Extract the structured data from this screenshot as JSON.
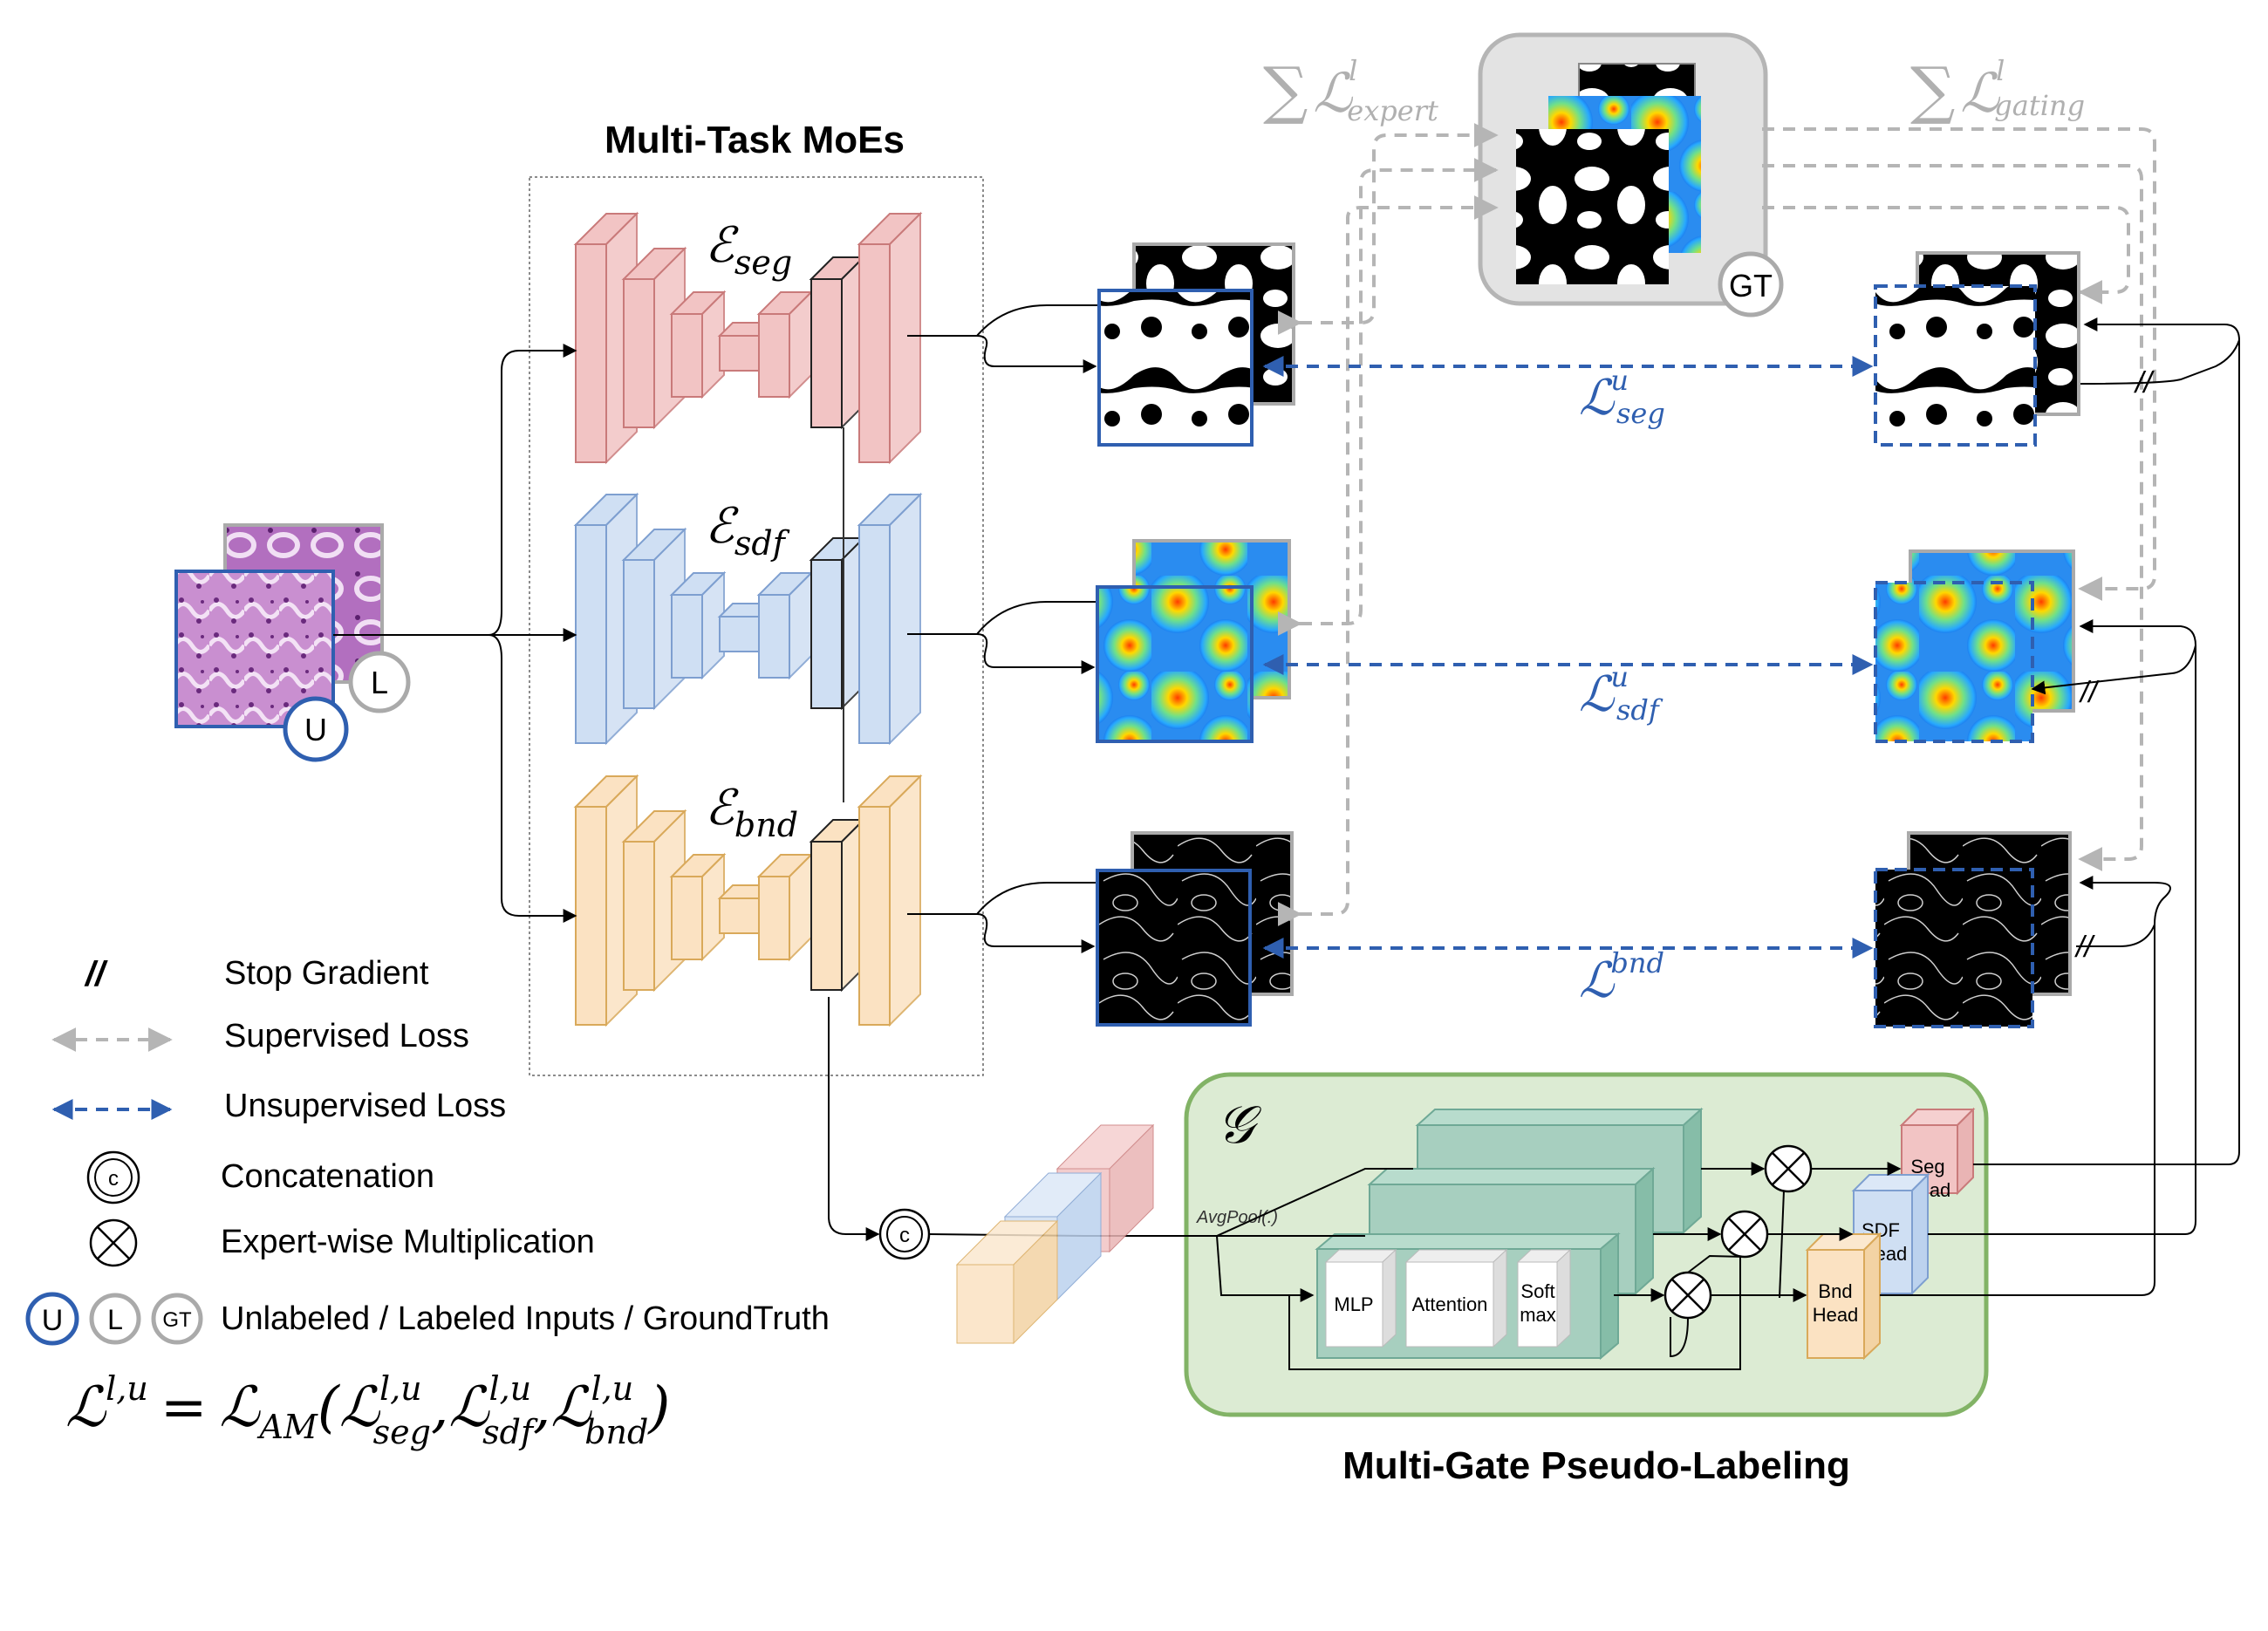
{
  "titles": {
    "moe": "Multi-Task MoEs",
    "gating": "Multi-Gate Pseudo-Labeling"
  },
  "experts": {
    "seg": {
      "symbol": "ℰ",
      "sub": "seg"
    },
    "sdf": {
      "symbol": "ℰ",
      "sub": "sdf"
    },
    "bnd": {
      "symbol": "ℰ",
      "sub": "bnd"
    }
  },
  "losses": {
    "expert": {
      "sum": "∑",
      "symbol": "ℒ",
      "sup": "l",
      "sub": "expert"
    },
    "gating": {
      "sum": "∑",
      "symbol": "ℒ",
      "sup": "l",
      "sub": "gating"
    },
    "useg": {
      "symbol": "ℒ",
      "sup": "u",
      "sub": "seg"
    },
    "usdf": {
      "symbol": "ℒ",
      "sup": "u",
      "sub": "sdf"
    },
    "ubnd": {
      "symbol": "ℒ",
      "sup": "u",
      "sub": "bnd"
    }
  },
  "badges": {
    "u": "U",
    "l": "L",
    "gt": "GT",
    "concat": "c"
  },
  "gate": {
    "symbol": "𝒢",
    "avgpool": "AvgPool(.)",
    "mlp": "MLP",
    "attention": "Attention",
    "softmax_line1": "Soft",
    "softmax_line2": "max",
    "seg_head_1": "Seg",
    "seg_head_2": "Head",
    "sdf_head_1": "SDF",
    "sdf_head_2": "Head",
    "bnd_head_1": "Bnd",
    "bnd_head_2": "Head"
  },
  "stop_gradient_mark": "//",
  "legend": {
    "stop_gradient": "Stop Gradient",
    "supervised": "Supervised Loss",
    "unsupervised": "Unsupervised Loss",
    "concat": "Concatenation",
    "multiply": "Expert-wise Multiplication",
    "inputs": "Unlabeled / Labeled Inputs / GroundTruth"
  },
  "formula": {
    "lhs": "ℒ",
    "lhs_sup": "l,u",
    "eq": "=",
    "am": "ℒ",
    "am_sub": "AM",
    "t1": "ℒ",
    "t1_sup": "l,u",
    "t1_sub": "seg",
    "t2": "ℒ",
    "t2_sup": "l,u",
    "t2_sub": "sdf",
    "t3": "ℒ",
    "t3_sup": "l,u",
    "t3_sub": "bnd"
  },
  "colors": {
    "seg": "#f2c4c4",
    "seg_stroke": "#c97a7a",
    "sdf": "#cfdff3",
    "sdf_stroke": "#7e9fd0",
    "bnd": "#fbe2c2",
    "bnd_stroke": "#d9a95a",
    "unsup": "#2f5fb0",
    "sup": "#b5b5b5",
    "gate_bg": "#dcebd3",
    "gate_stroke": "#82b366",
    "gate_block": "#9ccab9"
  }
}
